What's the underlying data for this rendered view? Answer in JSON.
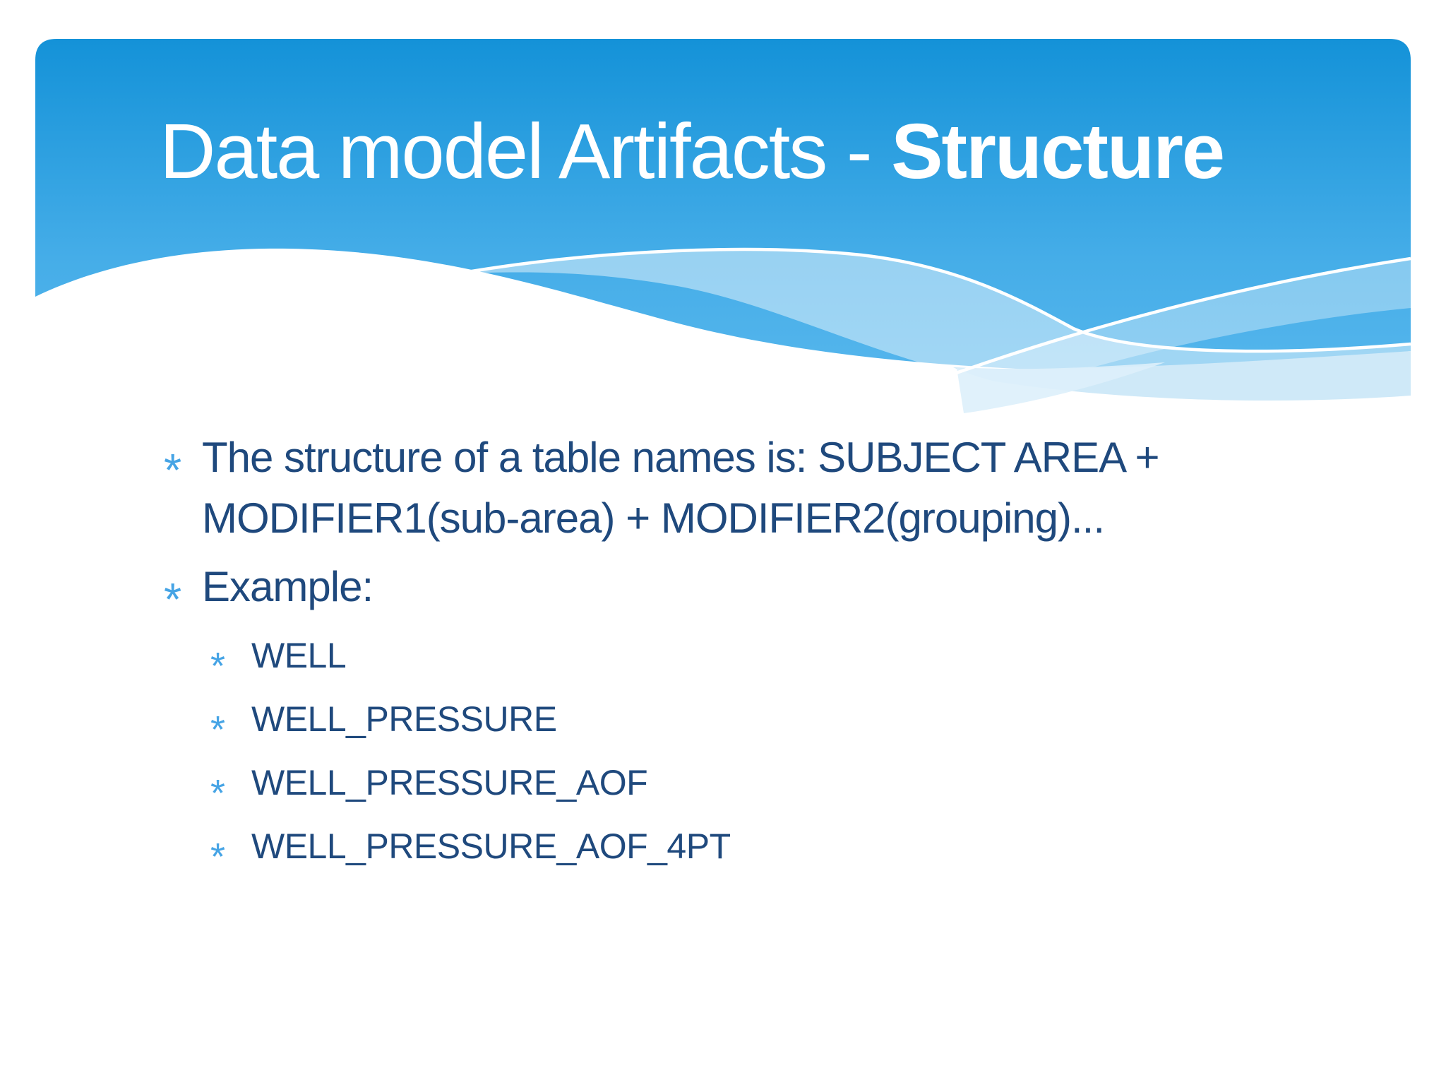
{
  "slide": {
    "title": {
      "text_regular": "Data model Artifacts - ",
      "text_bold": "Structure"
    },
    "body": {
      "bullet_marker": "*",
      "items_level1": [
        {
          "text": "The structure of a table names is: SUBJECT AREA + MODIFIER1(sub-area) + MODIFIER2(grouping)..."
        },
        {
          "text": "Example:"
        }
      ],
      "items_level2": [
        {
          "text": "WELL"
        },
        {
          "text": "WELL_PRESSURE"
        },
        {
          "text": "WELL_PRESSURE_AOF"
        },
        {
          "text": "WELL_PRESSURE_AOF_4PT"
        }
      ]
    },
    "colors": {
      "header_gradient_top": "#1492d8",
      "header_gradient_mid": "#45ade8",
      "header_gradient_bottom": "#62bdf0",
      "title_text": "#ffffff",
      "body_text": "#1f497d",
      "bullet_accent": "#46a4e5",
      "ribbon_tint": "#cfe9f8",
      "background": "#ffffff"
    }
  }
}
